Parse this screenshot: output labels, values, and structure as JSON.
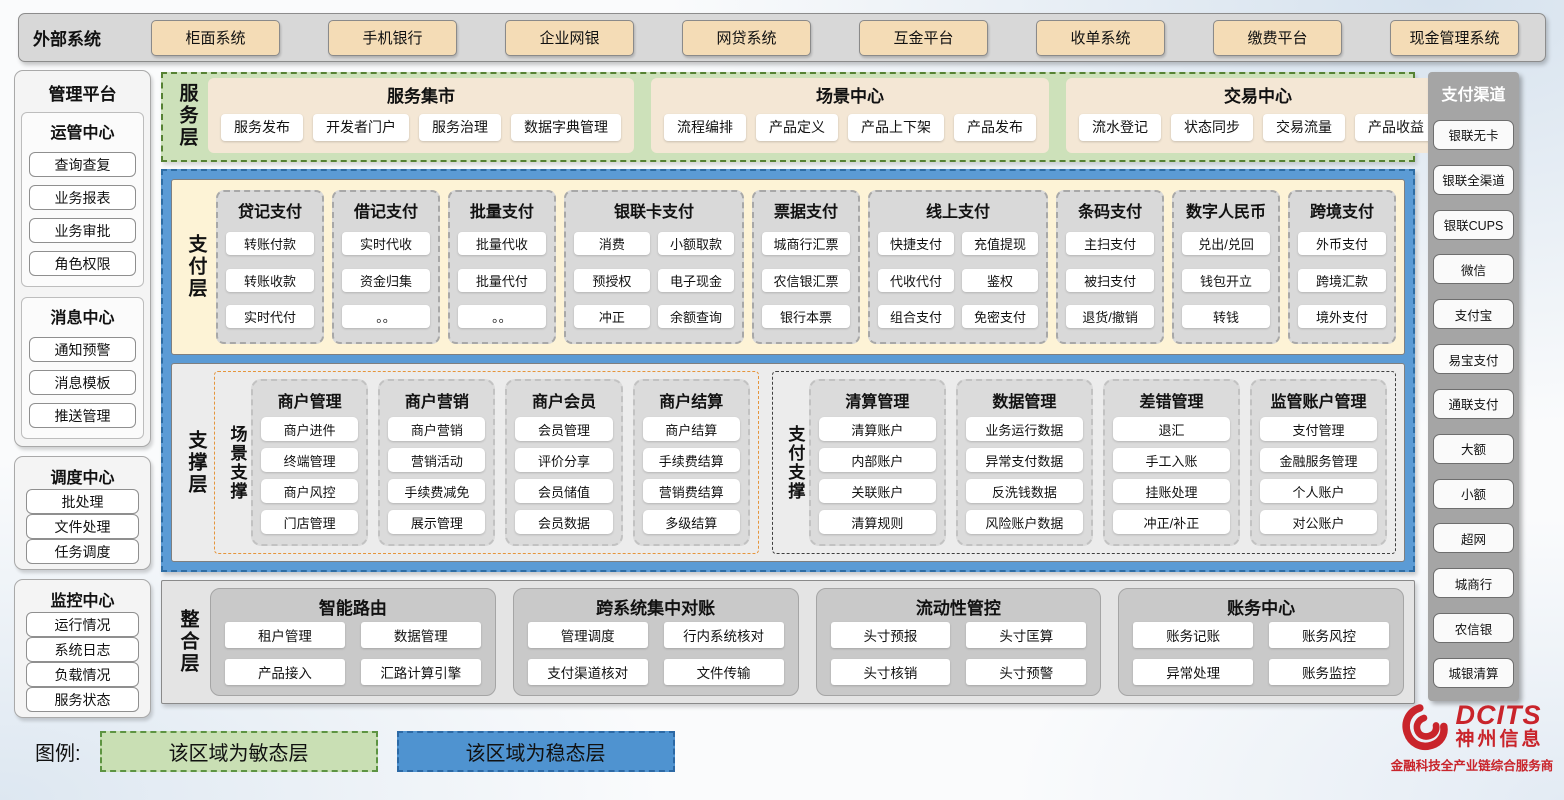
{
  "colors": {
    "agile_green": "#cde1ba",
    "stable_blue": "#5b9bd5",
    "brand_red": "#c9242b",
    "chip_tan": "#f4dcb6"
  },
  "external_systems": {
    "label": "外部系统",
    "items": [
      "柜面系统",
      "手机银行",
      "企业网银",
      "网贷系统",
      "互金平台",
      "收单系统",
      "缴费平台",
      "现金管理系统"
    ]
  },
  "management": {
    "title": "管理平台",
    "grouped_sections": [
      {
        "title": "运管中心",
        "items": [
          "查询查复",
          "业务报表",
          "业务审批",
          "角色权限"
        ]
      },
      {
        "title": "消息中心",
        "items": [
          "通知预警",
          "消息模板",
          "推送管理"
        ]
      }
    ],
    "standalone_sections": [
      {
        "title": "调度中心",
        "items": [
          "批处理",
          "文件处理",
          "任务调度"
        ]
      },
      {
        "title": "监控中心",
        "items": [
          "运行情况",
          "系统日志",
          "负载情况",
          "服务状态"
        ]
      }
    ]
  },
  "service_layer": {
    "label": "服务层",
    "groups": [
      {
        "title": "服务集市",
        "items": [
          "服务发布",
          "开发者门户",
          "服务治理",
          "数据字典管理"
        ]
      },
      {
        "title": "场景中心",
        "items": [
          "流程编排",
          "产品定义",
          "产品上下架",
          "产品发布"
        ]
      },
      {
        "title": "交易中心",
        "items": [
          "流水登记",
          "状态同步",
          "交易流量",
          "产品收益"
        ]
      }
    ]
  },
  "payment_layer": {
    "label": "支付层",
    "columns": [
      {
        "title": "贷记支付",
        "cols": 1,
        "items": [
          "转账付款",
          "转账收款",
          "实时代付"
        ]
      },
      {
        "title": "借记支付",
        "cols": 1,
        "items": [
          "实时代收",
          "资金归集",
          "。。"
        ]
      },
      {
        "title": "批量支付",
        "cols": 1,
        "items": [
          "批量代收",
          "批量代付",
          "。。"
        ]
      },
      {
        "title": "银联卡支付",
        "cols": 2,
        "items": [
          "消费",
          "小额取款",
          "预授权",
          "电子现金",
          "冲正",
          "余额查询"
        ]
      },
      {
        "title": "票据支付",
        "cols": 1,
        "items": [
          "城商行汇票",
          "农信银汇票",
          "银行本票"
        ]
      },
      {
        "title": "线上支付",
        "cols": 2,
        "items": [
          "快捷支付",
          "充值提现",
          "代收代付",
          "鉴权",
          "组合支付",
          "免密支付"
        ]
      },
      {
        "title": "条码支付",
        "cols": 1,
        "items": [
          "主扫支付",
          "被扫支付",
          "退货/撤销"
        ]
      },
      {
        "title": "数字人民币",
        "cols": 1,
        "items": [
          "兑出/兑回",
          "钱包开立",
          "转钱"
        ]
      },
      {
        "title": "跨境支付",
        "cols": 1,
        "items": [
          "外币支付",
          "跨境汇款",
          "境外支付"
        ]
      }
    ]
  },
  "support_layer": {
    "label": "支撑层",
    "groups": [
      {
        "label": "场景支撑",
        "style": "scene",
        "columns": [
          {
            "title": "商户管理",
            "items": [
              "商户进件",
              "终端管理",
              "商户风控",
              "门店管理"
            ]
          },
          {
            "title": "商户营销",
            "items": [
              "商户营销",
              "营销活动",
              "手续费减免",
              "展示管理"
            ]
          },
          {
            "title": "商户会员",
            "items": [
              "会员管理",
              "评价分享",
              "会员储值",
              "会员数据"
            ]
          },
          {
            "title": "商户结算",
            "items": [
              "商户结算",
              "手续费结算",
              "营销费结算",
              "多级结算"
            ]
          }
        ]
      },
      {
        "label": "支付支撑",
        "style": "pay",
        "columns": [
          {
            "title": "清算管理",
            "items": [
              "清算账户",
              "内部账户",
              "关联账户",
              "清算规则"
            ]
          },
          {
            "title": "数据管理",
            "items": [
              "业务运行数据",
              "异常支付数据",
              "反洗钱数据",
              "风险账户数据"
            ]
          },
          {
            "title": "差错管理",
            "items": [
              "退汇",
              "手工入账",
              "挂账处理",
              "冲正/补正"
            ]
          },
          {
            "title": "监管账户管理",
            "items": [
              "支付管理",
              "金融服务管理",
              "个人账户",
              "对公账户"
            ]
          }
        ]
      }
    ]
  },
  "integration_layer": {
    "label": "整合层",
    "groups": [
      {
        "title": "智能路由",
        "items": [
          "租户管理",
          "数据管理",
          "产品接入",
          "汇路计算引擎"
        ]
      },
      {
        "title": "跨系统集中对账",
        "items": [
          "管理调度",
          "行内系统核对",
          "支付渠道核对",
          "文件传输"
        ]
      },
      {
        "title": "流动性管控",
        "items": [
          "头寸预报",
          "头寸匡算",
          "头寸核销",
          "头寸预警"
        ]
      },
      {
        "title": "账务中心",
        "items": [
          "账务记账",
          "账务风控",
          "异常处理",
          "账务监控"
        ]
      }
    ]
  },
  "payment_channels": {
    "title": "支付渠道",
    "items": [
      "银联无卡",
      "银联全渠道",
      "银联CUPS",
      "微信",
      "支付宝",
      "易宝支付",
      "通联支付",
      "大额",
      "小额",
      "超网",
      "城商行",
      "农信银",
      "城银清算"
    ]
  },
  "legend": {
    "label": "图例:",
    "agile_text": "该区域为敏态层",
    "stable_text": "该区域为稳态层"
  },
  "logo": {
    "brand": "DCITS",
    "company": "神州信息",
    "tagline": "金融科技全产业链综合服务商"
  }
}
